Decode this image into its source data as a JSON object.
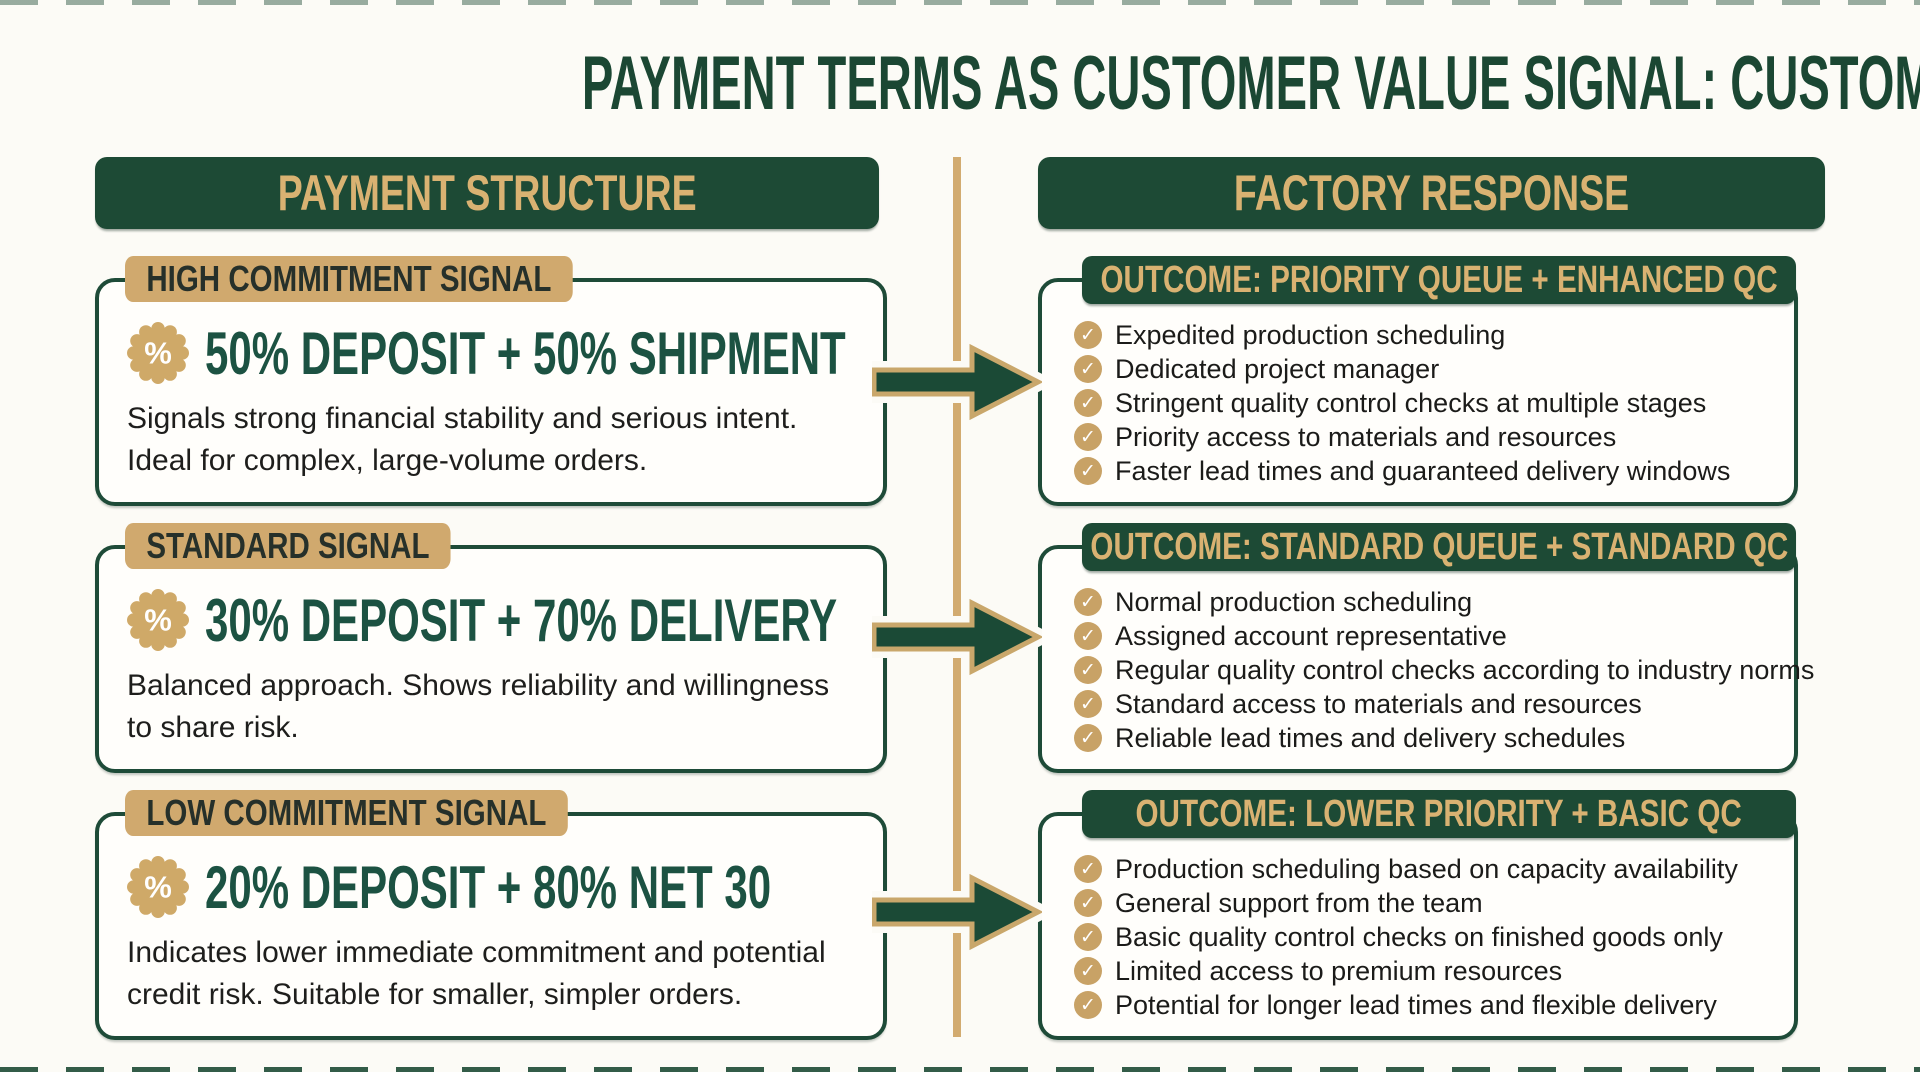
{
  "page": {
    "title": "PAYMENT TERMS AS CUSTOMER VALUE SIGNAL: CUSTOM BAG MANUFACTURING"
  },
  "colors": {
    "dark_green": "#1d4a35",
    "heading_green": "#1c5242",
    "gold": "#d2ab70",
    "badge_gold": "#d0a96e",
    "check_gold": "#c8a266",
    "background": "#fcfbf6",
    "body_text": "#1e1e1c"
  },
  "icons": {
    "percent": "%",
    "check": "✓"
  },
  "left": {
    "header": "PAYMENT STRUCTURE",
    "cards": [
      {
        "badge": "HIGH COMMITMENT SIGNAL",
        "heading": "50% DEPOSIT + 50% SHIPMENT",
        "lines": [
          "Signals strong financial stability and serious intent.",
          "Ideal for complex, large-volume orders."
        ]
      },
      {
        "badge": "STANDARD SIGNAL",
        "heading": "30% DEPOSIT + 70% DELIVERY",
        "lines": [
          "Balanced approach. Shows reliability and willingness",
          "to share risk."
        ]
      },
      {
        "badge": "LOW COMMITMENT SIGNAL",
        "heading": "20% DEPOSIT + 80% NET 30",
        "lines": [
          "Indicates lower immediate commitment and potential",
          "credit risk. Suitable for smaller, simpler orders."
        ]
      }
    ]
  },
  "right": {
    "header": "FACTORY RESPONSE",
    "cards": [
      {
        "banner": "OUTCOME: PRIORITY QUEUE + ENHANCED QC",
        "items": [
          "Expedited production scheduling",
          "Dedicated project manager",
          "Stringent quality control checks at multiple stages",
          "Priority access to materials and resources",
          "Faster lead times and guaranteed delivery windows"
        ]
      },
      {
        "banner": "OUTCOME: STANDARD QUEUE + STANDARD QC",
        "items": [
          "Normal production scheduling",
          "Assigned account representative",
          "Regular quality control checks according to industry norms",
          "Standard access to materials and resources",
          "Reliable lead times and delivery schedules"
        ]
      },
      {
        "banner": "OUTCOME: LOWER PRIORITY + BASIC QC",
        "items": [
          "Production scheduling based on capacity availability",
          "General support from the team",
          "Basic quality control checks on finished goods only",
          "Limited access to premium resources",
          "Potential for longer lead times and flexible delivery"
        ]
      }
    ]
  }
}
